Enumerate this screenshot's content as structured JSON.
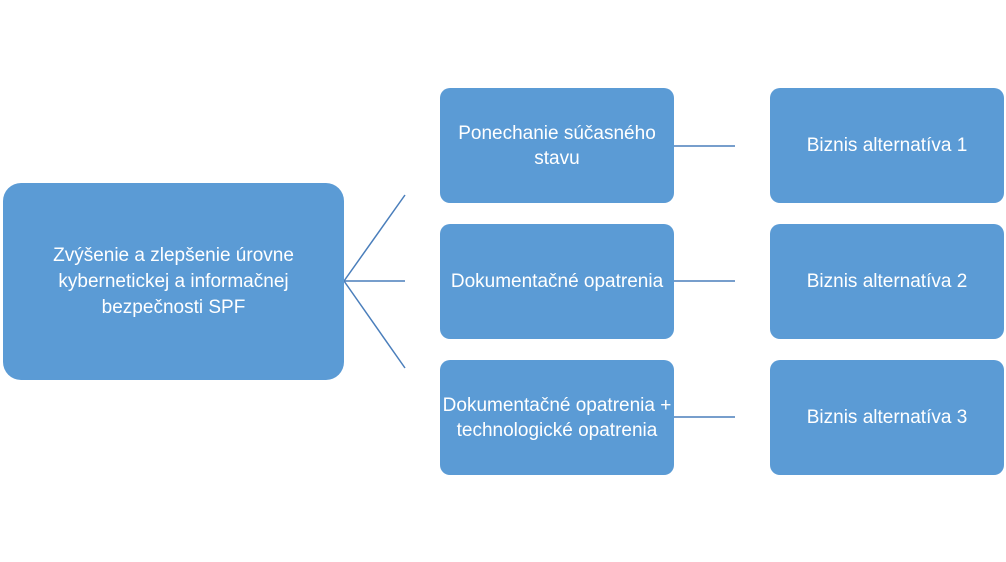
{
  "diagram": {
    "root": {
      "label": "Zvýšenie a zlepšenie úrovne kybernetickej a informačnej bezpečnosti SPF"
    },
    "options": [
      {
        "label": "Ponechanie súčasného stavu"
      },
      {
        "label": "Dokumentačné opatrenia"
      },
      {
        "label": "Dokumentačné opatrenia + technologické opatrenia"
      }
    ],
    "alternatives": [
      {
        "label": "Biznis alternatíva 1"
      },
      {
        "label": "Biznis alternatíva 2"
      },
      {
        "label": "Biznis alternatíva 3"
      }
    ]
  },
  "colors": {
    "box_fill": "#5b9bd5",
    "box_text": "#ffffff",
    "connector": "#4a7ebb",
    "background": "#ffffff"
  }
}
